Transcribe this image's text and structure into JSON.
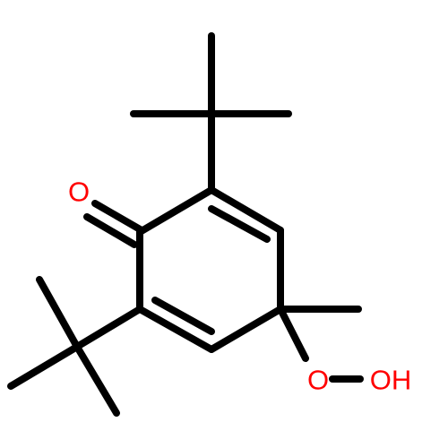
{
  "molecule": {
    "atoms": {
      "carbonyl_oxygen": {
        "symbol": "O",
        "color": "#ff0000"
      },
      "peroxide_oxygen": {
        "symbol": "O",
        "color": "#ff0000"
      },
      "hydroxyl": {
        "symbol": "OH",
        "color": "#ff0000"
      }
    },
    "bond_color": "#000000"
  }
}
